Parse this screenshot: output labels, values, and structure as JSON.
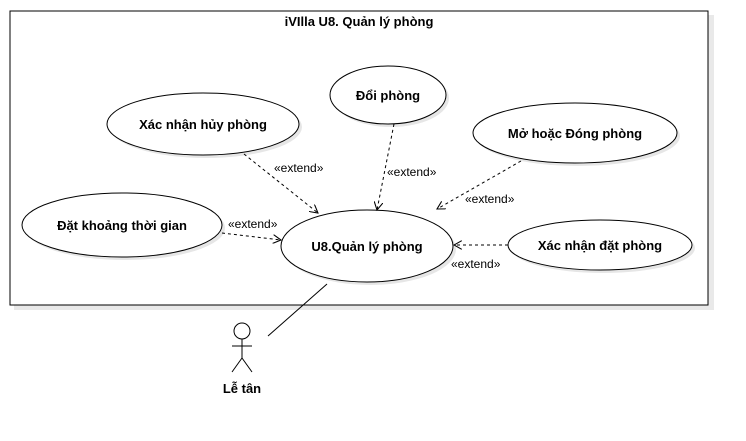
{
  "system": {
    "title": "iVIlla U8. Quản lý phòng"
  },
  "use_cases": {
    "main": "U8.Quản lý phòng",
    "doi_phong": "Đổi phòng",
    "xac_nhan_huy": "Xác nhận hủy phòng",
    "mo_dong": "Mở hoặc Đóng phòng",
    "dat_khoang": "Đặt khoảng thời gian",
    "xac_nhan_dat": "Xác nhận đặt phòng"
  },
  "relations": {
    "extend_label": "«extend»"
  },
  "actor": {
    "name": "Lễ tân"
  },
  "colors": {
    "stroke": "#000000",
    "background": "#ffffff",
    "shadow": "#e6e6e6"
  }
}
